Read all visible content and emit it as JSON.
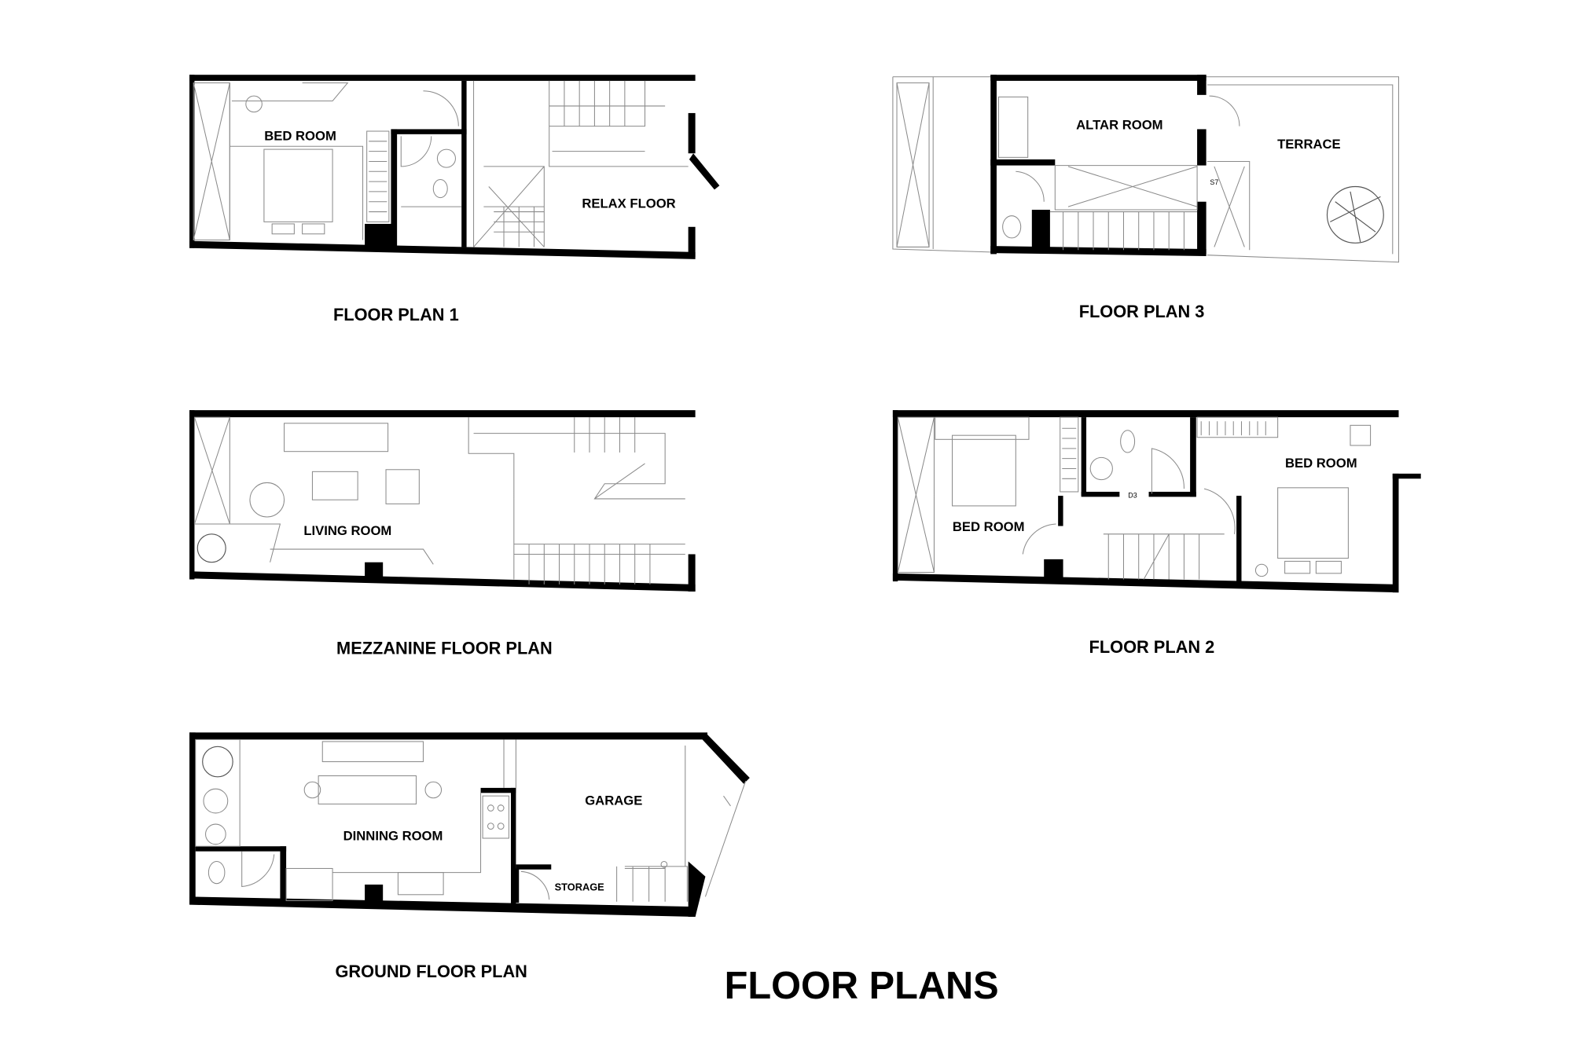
{
  "title": "FLOOR PLANS",
  "plans": {
    "floor1": {
      "caption": "FLOOR PLAN 1",
      "rooms": [
        "BED ROOM",
        "RELAX FLOOR"
      ]
    },
    "floor3": {
      "caption": "FLOOR PLAN 3",
      "rooms": [
        "ALTAR ROOM",
        "TERRACE"
      ],
      "tag": "S7"
    },
    "mezzanine": {
      "caption": "MEZZANINE FLOOR PLAN",
      "rooms": [
        "LIVING ROOM"
      ]
    },
    "floor2": {
      "caption": "FLOOR PLAN 2",
      "rooms": [
        "BED ROOM",
        "BED ROOM"
      ],
      "tag": "D3"
    },
    "ground": {
      "caption": "GROUND FLOOR PLAN",
      "rooms": [
        "DINNING ROOM",
        "GARAGE",
        "STORAGE"
      ]
    }
  }
}
